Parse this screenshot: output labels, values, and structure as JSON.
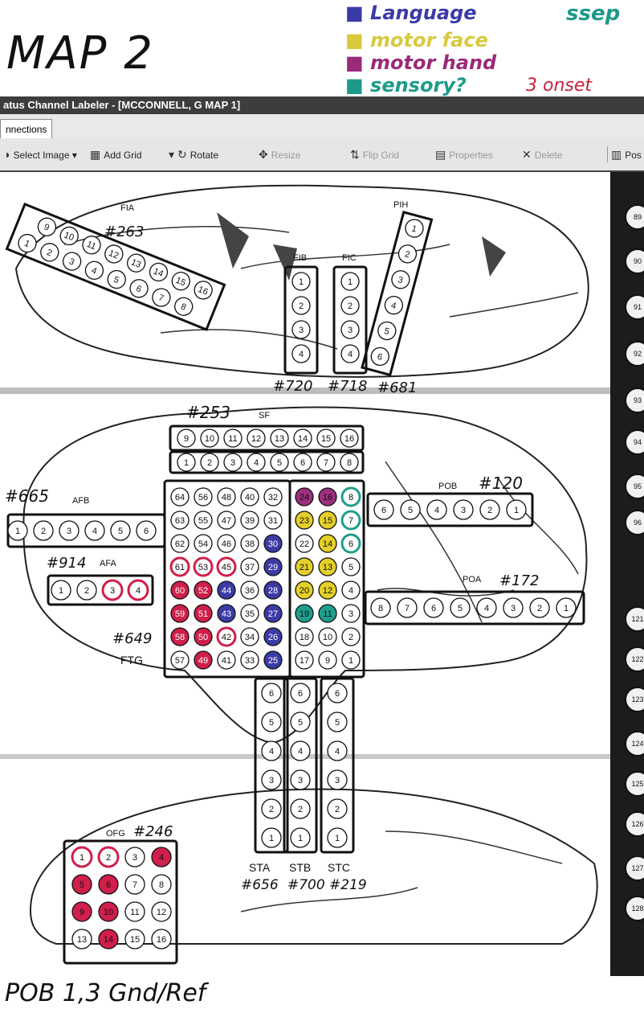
{
  "handwritten": {
    "map_title": "MAP 2",
    "top_right_note": "ssep",
    "onset_note": "3 onset",
    "bottom_note": "POB 1,3   Gnd/Ref",
    "legend": [
      {
        "label": "Language",
        "color": "#3a3aa8"
      },
      {
        "label": "motor face",
        "color": "#e8d84a"
      },
      {
        "label": "motor hand",
        "color": "#9a2a7a"
      },
      {
        "label": "sensory?",
        "color": "#1e9a8a"
      }
    ]
  },
  "window": {
    "title": "atus Channel Labeler - [MCCONNELL, G MAP 1]"
  },
  "tabs": {
    "active": "nnections"
  },
  "toolbar": {
    "select_image": "Select Image",
    "add_grid": "Add Grid",
    "rotate": "Rotate",
    "resize": "Resize",
    "flip_grid": "Flip Grid",
    "properties": "Properties",
    "delete": "Delete",
    "pos": "Pos"
  },
  "colors": {
    "language": "#3b3ba6",
    "motor_face": "#e5cf2a",
    "motor_hand": "#9b2f7d",
    "sensory": "#1f9e8c",
    "red": "#cf1f4a"
  },
  "strips": {
    "FIA": {
      "label": "FIA",
      "note": "#263",
      "row1": [
        "9",
        "10",
        "11",
        "12",
        "13",
        "14",
        "15",
        "16"
      ],
      "row2": [
        "1",
        "2",
        "3",
        "4",
        "5",
        "6",
        "7",
        "8"
      ]
    },
    "FIB": {
      "label": "FIB",
      "note": "#720",
      "contacts": [
        "1",
        "2",
        "3",
        "4"
      ]
    },
    "FIC": {
      "label": "FIC",
      "note": "#718",
      "contacts": [
        "1",
        "2",
        "3",
        "4"
      ]
    },
    "PIH": {
      "label": "PIH",
      "note": "#681",
      "contacts": [
        "1",
        "2",
        "3",
        "4",
        "5",
        "6"
      ]
    },
    "SF": {
      "label": "SF",
      "note": "#253",
      "row1": [
        "9",
        "10",
        "11",
        "12",
        "13",
        "14",
        "15",
        "16"
      ],
      "row2": [
        "1",
        "2",
        "3",
        "4",
        "5",
        "6",
        "7",
        "8"
      ]
    },
    "AFB": {
      "label": "AFB",
      "note": "#665",
      "contacts": [
        "1",
        "2",
        "3",
        "4",
        "5",
        "6"
      ]
    },
    "AFA": {
      "label": "AFA",
      "note": "#914",
      "contacts": [
        "1",
        "2",
        "3",
        "4"
      ]
    },
    "POB": {
      "label": "POB",
      "note": "#120",
      "contacts": [
        "6",
        "5",
        "4",
        "3",
        "2",
        "1"
      ]
    },
    "POA": {
      "label": "POA",
      "note": "#172",
      "contacts": [
        "8",
        "7",
        "6",
        "5",
        "4",
        "3",
        "2",
        "1"
      ]
    },
    "FTG": {
      "label": "FTG",
      "note": "#649"
    },
    "STA": {
      "label": "STA",
      "note": "#656",
      "contacts": [
        "6",
        "5",
        "4",
        "3",
        "2",
        "1"
      ]
    },
    "STB": {
      "label": "STB",
      "note": "#700",
      "contacts": [
        "6",
        "5",
        "4",
        "3",
        "2",
        "1"
      ]
    },
    "STC": {
      "label": "STC",
      "note": "#219",
      "contacts": [
        "6",
        "5",
        "4",
        "3",
        "2",
        "1"
      ]
    },
    "OFG": {
      "label": "OFG",
      "note": "#246",
      "contacts": [
        "1",
        "2",
        "3",
        "4",
        "5",
        "6",
        "7",
        "8",
        "9",
        "10",
        "11",
        "12",
        "13",
        "14",
        "15",
        "16"
      ]
    }
  },
  "main_grid_left": [
    [
      "64",
      "56",
      "48",
      "40",
      "32"
    ],
    [
      "63",
      "55",
      "47",
      "39",
      "31"
    ],
    [
      "62",
      "54",
      "46",
      "38",
      "30"
    ],
    [
      "61",
      "53",
      "45",
      "37",
      "29"
    ],
    [
      "60",
      "52",
      "44",
      "36",
      "28"
    ],
    [
      "59",
      "51",
      "43",
      "35",
      "27"
    ],
    [
      "58",
      "50",
      "42",
      "34",
      "26"
    ],
    [
      "57",
      "49",
      "41",
      "33",
      "25"
    ]
  ],
  "main_grid_right": [
    [
      "24",
      "16",
      "8"
    ],
    [
      "23",
      "15",
      "7"
    ],
    [
      "22",
      "14",
      "6"
    ],
    [
      "21",
      "13",
      "5"
    ],
    [
      "20",
      "12",
      "4"
    ],
    [
      "19",
      "11",
      "3"
    ],
    [
      "18",
      "10",
      "2"
    ],
    [
      "17",
      "9",
      "1"
    ]
  ],
  "right_panel_numbers": [
    "89",
    "90",
    "91",
    "92",
    "93",
    "94",
    "95",
    "96",
    "121",
    "122",
    "123",
    "124",
    "125",
    "126",
    "127",
    "128"
  ]
}
